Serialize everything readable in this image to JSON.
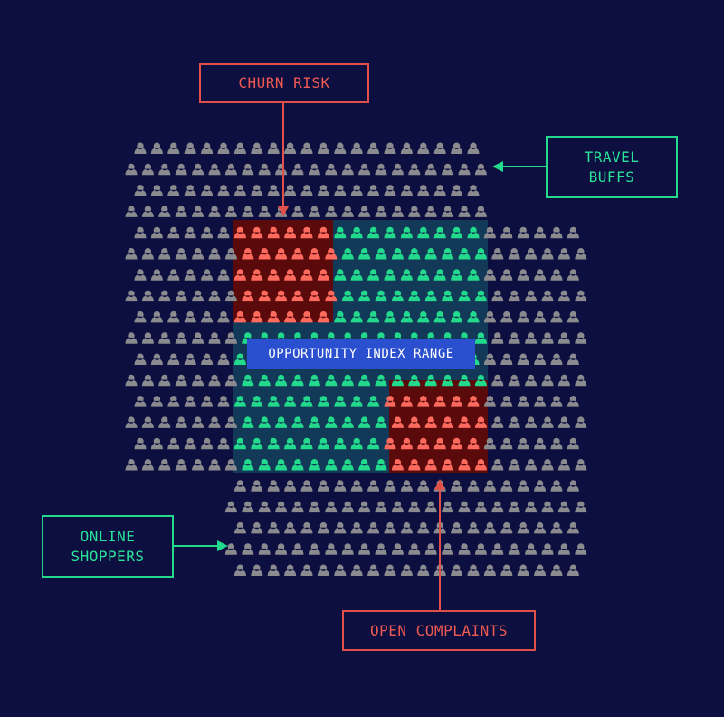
{
  "callouts": {
    "churn_risk": "CHURN RISK",
    "travel_buffs": "TRAVEL\nBUFFS",
    "online_shoppers": "ONLINE\nSHOPPERS",
    "open_complaints": "OPEN COMPLAINTS"
  },
  "range_label": "OPPORTUNITY INDEX RANGE",
  "colors": {
    "background": "#0c0f3f",
    "person_default": "#8a8a8f",
    "person_opportunity": "#22d98c",
    "person_risk": "#ff6a5e",
    "risk_zone_fill": "#5a0a0a",
    "opportunity_zone_fill": "#123a58",
    "label_fill": "#2a4fcf",
    "callout_red": "#e0504a",
    "callout_green": "#22d98c"
  },
  "icons": {
    "person": "person-icon",
    "arrow": "arrow-icon"
  }
}
